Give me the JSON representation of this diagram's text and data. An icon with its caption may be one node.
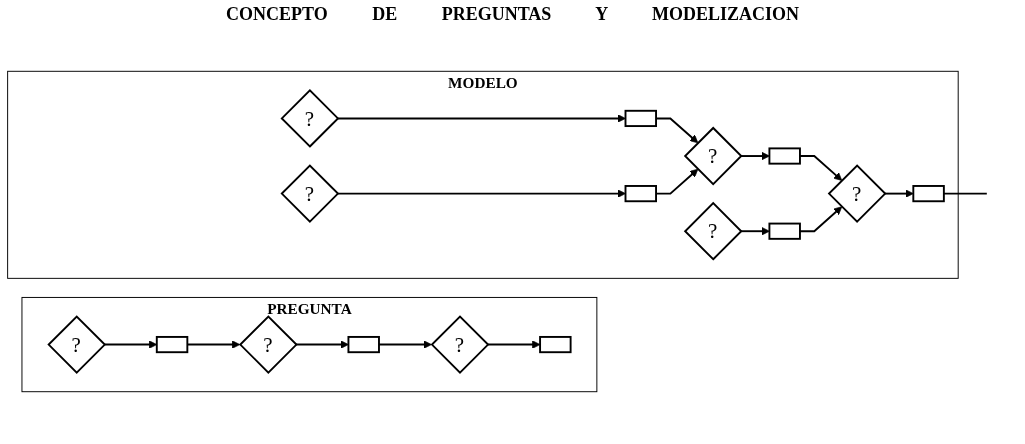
{
  "diagram": {
    "title": "CONCEPTO DE PREGUNTAS Y MODELIZACION",
    "nodes": [
      {
        "text": [
          "PREGUNTA"
        ]
      },
      {
        "text": [
          "?"
        ],
        "in": 0
      },
      {
        "text": [],
        "shape": "box",
        "in": 0
      },
      {
        "text": [
          "?"
        ],
        "in": 0
      },
      {
        "text": [],
        "shape": "box",
        "in": 0
      },
      {
        "text": [
          "?"
        ],
        "in": 0
      },
      {
        "text": [],
        "shape": "box",
        "in": 0
      },
      {
        "text": [
          "MODELO"
        ]
      },
      {
        "text": [
          "?"
        ],
        "in": 7
      },
      {
        "text": [],
        "shape": "box",
        "in": 7
      },
      {
        "text": [
          "?"
        ],
        "in": 7
      },
      {
        "text": [],
        "shape": "box",
        "in": 7
      },
      {
        "text": [
          "?"
        ],
        "in": 7
      },
      {
        "text": [],
        "shape": "box",
        "in": 7
      },
      {
        "text": [
          "?"
        ],
        "in": 7
      },
      {
        "text": [],
        "shape": "box",
        "in": 7
      },
      {
        "text": [
          "?"
        ],
        "in": 7
      },
      {
        "text": [],
        "shape": "box",
        "in": 7
      }
    ],
    "edges": [
      {
        "from": 1,
        "to": 2,
        "arrow": "to"
      },
      {
        "from": 2,
        "to": 3,
        "arrow": "to"
      },
      {
        "from": 3,
        "to": 4,
        "arrow": "to"
      },
      {
        "from": 4,
        "to": 5,
        "arrow": "to"
      },
      {
        "from": 5,
        "to": 6,
        "arrow": "to"
      },
      {
        "from": 8,
        "to": 9,
        "arrow": "to"
      },
      {
        "from": 10,
        "to": 11,
        "arrow": "to"
      },
      {
        "from": 12,
        "to": 13,
        "arrow": "to"
      },
      {
        "from": 9,
        "to": 14,
        "arrow": "to"
      },
      {
        "from": 11,
        "to": 14,
        "arrow": "to"
      },
      {
        "from": 14,
        "to": 15,
        "arrow": "to"
      },
      {
        "from": 15,
        "to": 16,
        "arrow": "to"
      },
      {
        "from": 13,
        "to": 16,
        "arrow": "to"
      },
      {
        "from": 16,
        "to": 17,
        "arrow": "to"
      },
      {
        "from": 17,
        "to": null,
        "arrow": "none"
      }
    ]
  }
}
